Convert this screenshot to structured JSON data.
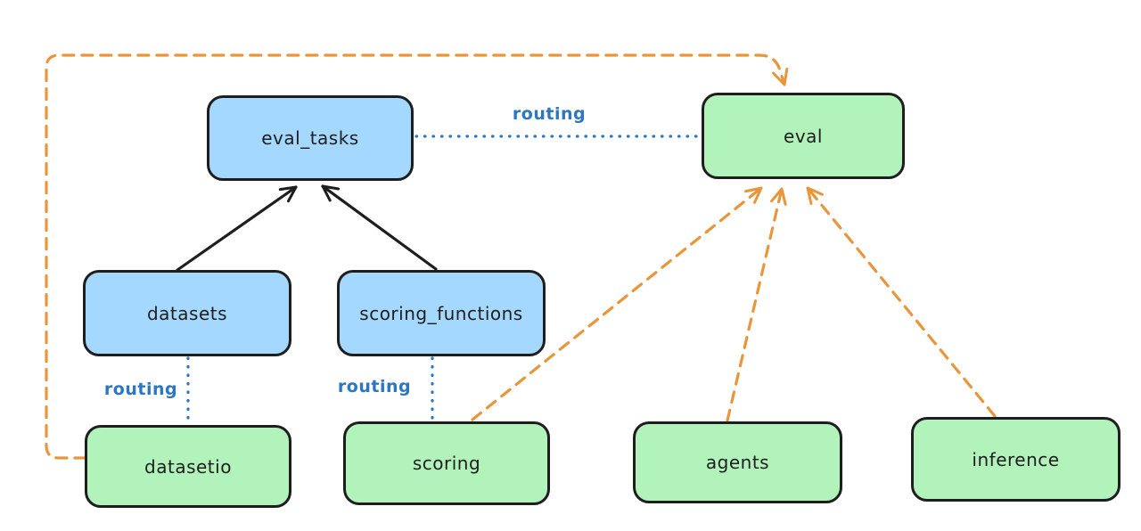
{
  "nodes": {
    "eval_tasks": "eval_tasks",
    "eval": "eval",
    "datasets": "datasets",
    "scoring_functions": "scoring_functions",
    "datasetio": "datasetio",
    "scoring": "scoring",
    "agents": "agents",
    "inference": "inference"
  },
  "node_groups": {
    "blue_nodes": [
      "eval_tasks",
      "datasets",
      "scoring_functions"
    ],
    "green_nodes": [
      "eval",
      "datasetio",
      "scoring",
      "agents",
      "inference"
    ]
  },
  "edges": [
    {
      "from": "datasets",
      "to": "eval_tasks",
      "style": "solid-arrow",
      "color": "#1e1e1e",
      "label": ""
    },
    {
      "from": "scoring_functions",
      "to": "eval_tasks",
      "style": "solid-arrow",
      "color": "#1e1e1e",
      "label": ""
    },
    {
      "from": "eval_tasks",
      "to": "eval",
      "style": "dotted",
      "color": "#2b77c2",
      "label": "routing"
    },
    {
      "from": "datasets",
      "to": "datasetio",
      "style": "dotted",
      "color": "#2b77c2",
      "label": "routing"
    },
    {
      "from": "scoring_functions",
      "to": "scoring",
      "style": "dotted",
      "color": "#2b77c2",
      "label": "routing"
    },
    {
      "from": "datasetio",
      "to": "eval",
      "style": "dashed-arrow",
      "color": "#e8963c",
      "label": ""
    },
    {
      "from": "scoring",
      "to": "eval",
      "style": "dashed-arrow",
      "color": "#e8963c",
      "label": ""
    },
    {
      "from": "agents",
      "to": "eval",
      "style": "dashed-arrow",
      "color": "#e8963c",
      "label": ""
    },
    {
      "from": "inference",
      "to": "eval",
      "style": "dashed-arrow",
      "color": "#e8963c",
      "label": ""
    }
  ],
  "colors": {
    "blue_node_fill": "#a5d8ff",
    "green_node_fill": "#b2f2bb",
    "node_border": "#1e1e1e",
    "routing_edge": "#2b77c2",
    "provider_edge": "#e8963c",
    "dependency_edge": "#1e1e1e",
    "background": "#ffffff"
  }
}
